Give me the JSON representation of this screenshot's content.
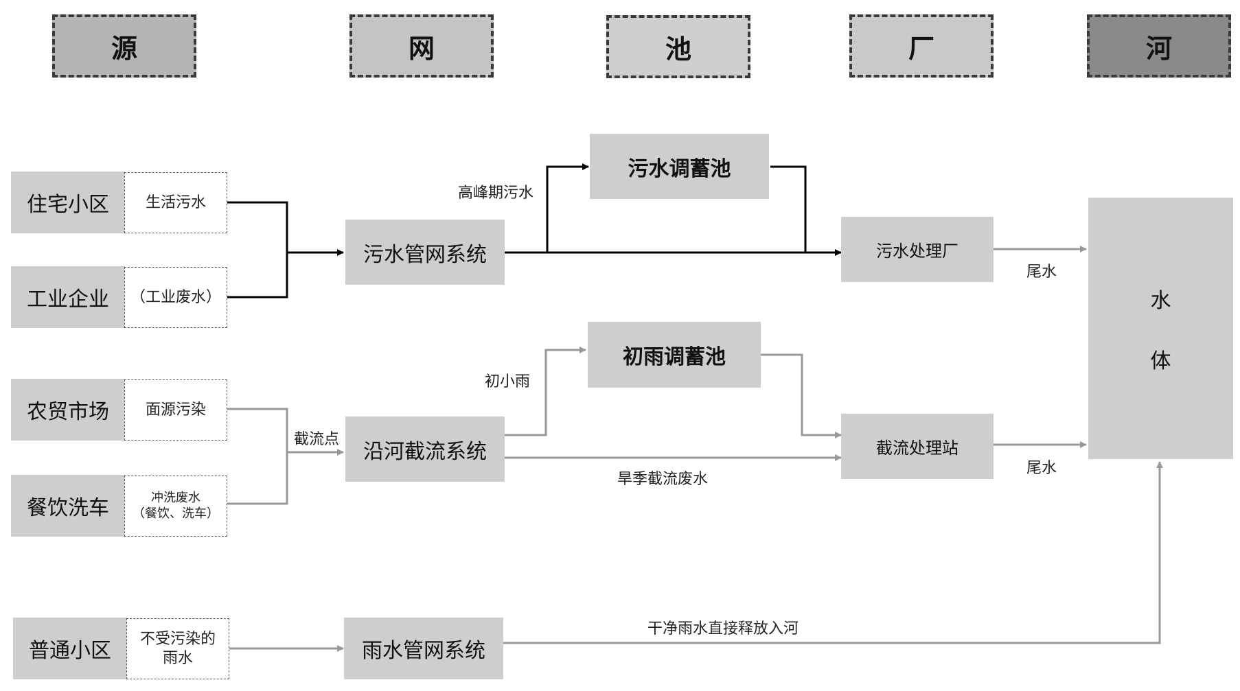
{
  "headers": [
    "源",
    "网",
    "池",
    "厂",
    "河"
  ],
  "header_colors": [
    "#b5b5b5",
    "#c4c4c4",
    "#cfcfcf",
    "#c9c9c9",
    "#8a8a8a"
  ],
  "sources": {
    "residential": "住宅小区",
    "industrial": "工业企业",
    "market": "农贸市场",
    "catering": "餐饮洗车",
    "ordinary": "普通小区"
  },
  "pollutants": {
    "domestic": "生活污水",
    "industrial": "（工业废水）",
    "nonpoint": "面源污染",
    "wash_line1": "冲洗废水",
    "wash_line2": "（餐饮、洗车）",
    "rain_line1": "不受污染的",
    "rain_line2": "雨水"
  },
  "networks": {
    "sewage": "污水管网系统",
    "interception": "沿河截流系统",
    "stormwater": "雨水管网系统"
  },
  "tanks": {
    "sewage": "污水调蓄池",
    "first_rain": "初雨调蓄池"
  },
  "plants": {
    "sewage": "污水处理厂",
    "interception": "截流处理站"
  },
  "water_body": {
    "line1": "水",
    "line2": "体"
  },
  "labels": {
    "peak_sewage": "高峰期污水",
    "intercept_point": "截流点",
    "light_rain": "初小雨",
    "dry_season": "旱季截流废水",
    "tail_water_1": "尾水",
    "tail_water_2": "尾水",
    "clean_rain": "干净雨水直接释放入河"
  },
  "colors": {
    "black_flow": "#000000",
    "grey_flow": "#999999"
  }
}
